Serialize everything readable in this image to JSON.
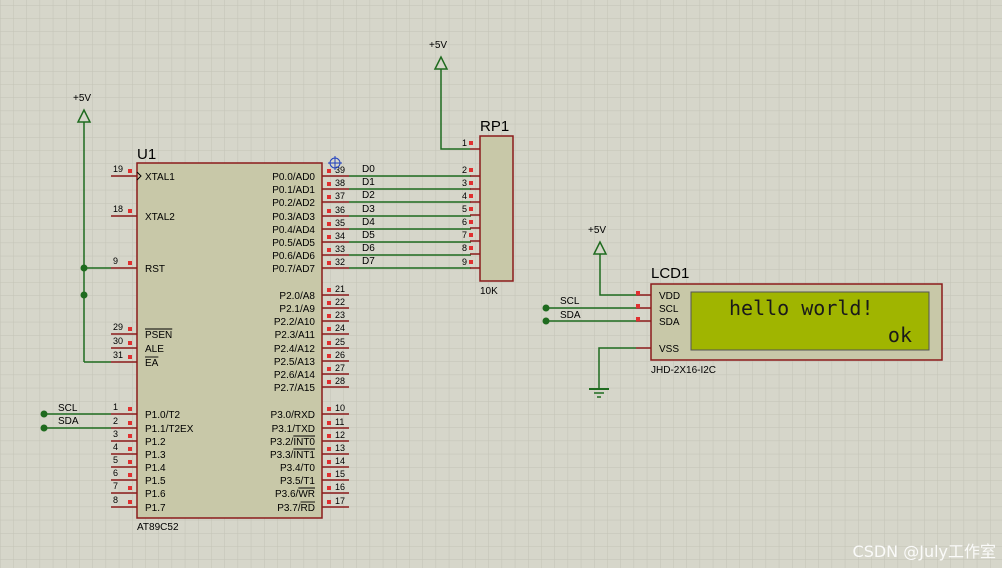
{
  "colors": {
    "background": "#d6d6ca",
    "grid": "#c3c3b6",
    "wire": "#1f6b1f",
    "chip_body": "#c8c8a8",
    "chip_border": "#8b1a1a",
    "pin": "#8b1a1a",
    "pin_marker": "#e03030",
    "lcd_screen": "#a0b500",
    "lcd_text": "#1a1a1a",
    "power_symbol": "#1f6b1f"
  },
  "u1": {
    "ref": "U1",
    "part": "AT89C52",
    "left_pins": [
      {
        "num": "19",
        "name": "XTAL1",
        "clock": true
      },
      {
        "num": "18",
        "name": "XTAL2"
      },
      {
        "num": "9",
        "name": "RST"
      },
      {
        "num": "29",
        "name": "PSEN",
        "overline": true
      },
      {
        "num": "30",
        "name": "ALE"
      },
      {
        "num": "31",
        "name": "EA",
        "overline": true
      },
      {
        "num": "1",
        "name": "P1.0/T2"
      },
      {
        "num": "2",
        "name": "P1.1/T2EX"
      },
      {
        "num": "3",
        "name": "P1.2"
      },
      {
        "num": "4",
        "name": "P1.3"
      },
      {
        "num": "5",
        "name": "P1.4"
      },
      {
        "num": "6",
        "name": "P1.5"
      },
      {
        "num": "7",
        "name": "P1.6"
      },
      {
        "num": "8",
        "name": "P1.7"
      }
    ],
    "right_pins": [
      {
        "num": "39",
        "name": "P0.0/AD0"
      },
      {
        "num": "38",
        "name": "P0.1/AD1"
      },
      {
        "num": "37",
        "name": "P0.2/AD2"
      },
      {
        "num": "36",
        "name": "P0.3/AD3"
      },
      {
        "num": "35",
        "name": "P0.4/AD4"
      },
      {
        "num": "34",
        "name": "P0.5/AD5"
      },
      {
        "num": "33",
        "name": "P0.6/AD6"
      },
      {
        "num": "32",
        "name": "P0.7/AD7"
      },
      {
        "num": "21",
        "name": "P2.0/A8"
      },
      {
        "num": "22",
        "name": "P2.1/A9"
      },
      {
        "num": "23",
        "name": "P2.2/A10"
      },
      {
        "num": "24",
        "name": "P2.3/A11"
      },
      {
        "num": "25",
        "name": "P2.4/A12"
      },
      {
        "num": "26",
        "name": "P2.5/A13"
      },
      {
        "num": "27",
        "name": "P2.6/A14"
      },
      {
        "num": "28",
        "name": "P2.7/A15"
      },
      {
        "num": "10",
        "name": "P3.0/RXD"
      },
      {
        "num": "11",
        "name": "P3.1/TXD"
      },
      {
        "num": "12",
        "name": "P3.2/INT0",
        "over_prefix": "P3.2/",
        "over_text": "INT0"
      },
      {
        "num": "13",
        "name": "P3.3/INT1",
        "over_prefix": "P3.3/",
        "over_text": "INT1"
      },
      {
        "num": "14",
        "name": "P3.4/T0"
      },
      {
        "num": "15",
        "name": "P3.5/T1"
      },
      {
        "num": "16",
        "name": "P3.6/WR",
        "over_prefix": "P3.6/",
        "over_text": "WR"
      },
      {
        "num": "17",
        "name": "P3.7/RD",
        "over_prefix": "P3.7/",
        "over_text": "RD"
      }
    ]
  },
  "bus_labels": [
    "D0",
    "D1",
    "D2",
    "D3",
    "D4",
    "D5",
    "D6",
    "D7"
  ],
  "rp1": {
    "ref": "RP1",
    "value": "10K",
    "pins": [
      "1",
      "2",
      "3",
      "4",
      "5",
      "6",
      "7",
      "8",
      "9"
    ]
  },
  "lcd1": {
    "ref": "LCD1",
    "part": "JHD-2X16-I2C",
    "pins": [
      "VDD",
      "SCL",
      "SDA",
      "VSS"
    ],
    "line1": "hello world!",
    "line2": "ok"
  },
  "power": {
    "label": "+5V"
  },
  "net_labels": {
    "scl": "SCL",
    "sda": "SDA"
  },
  "watermark": "CSDN @July工作室"
}
